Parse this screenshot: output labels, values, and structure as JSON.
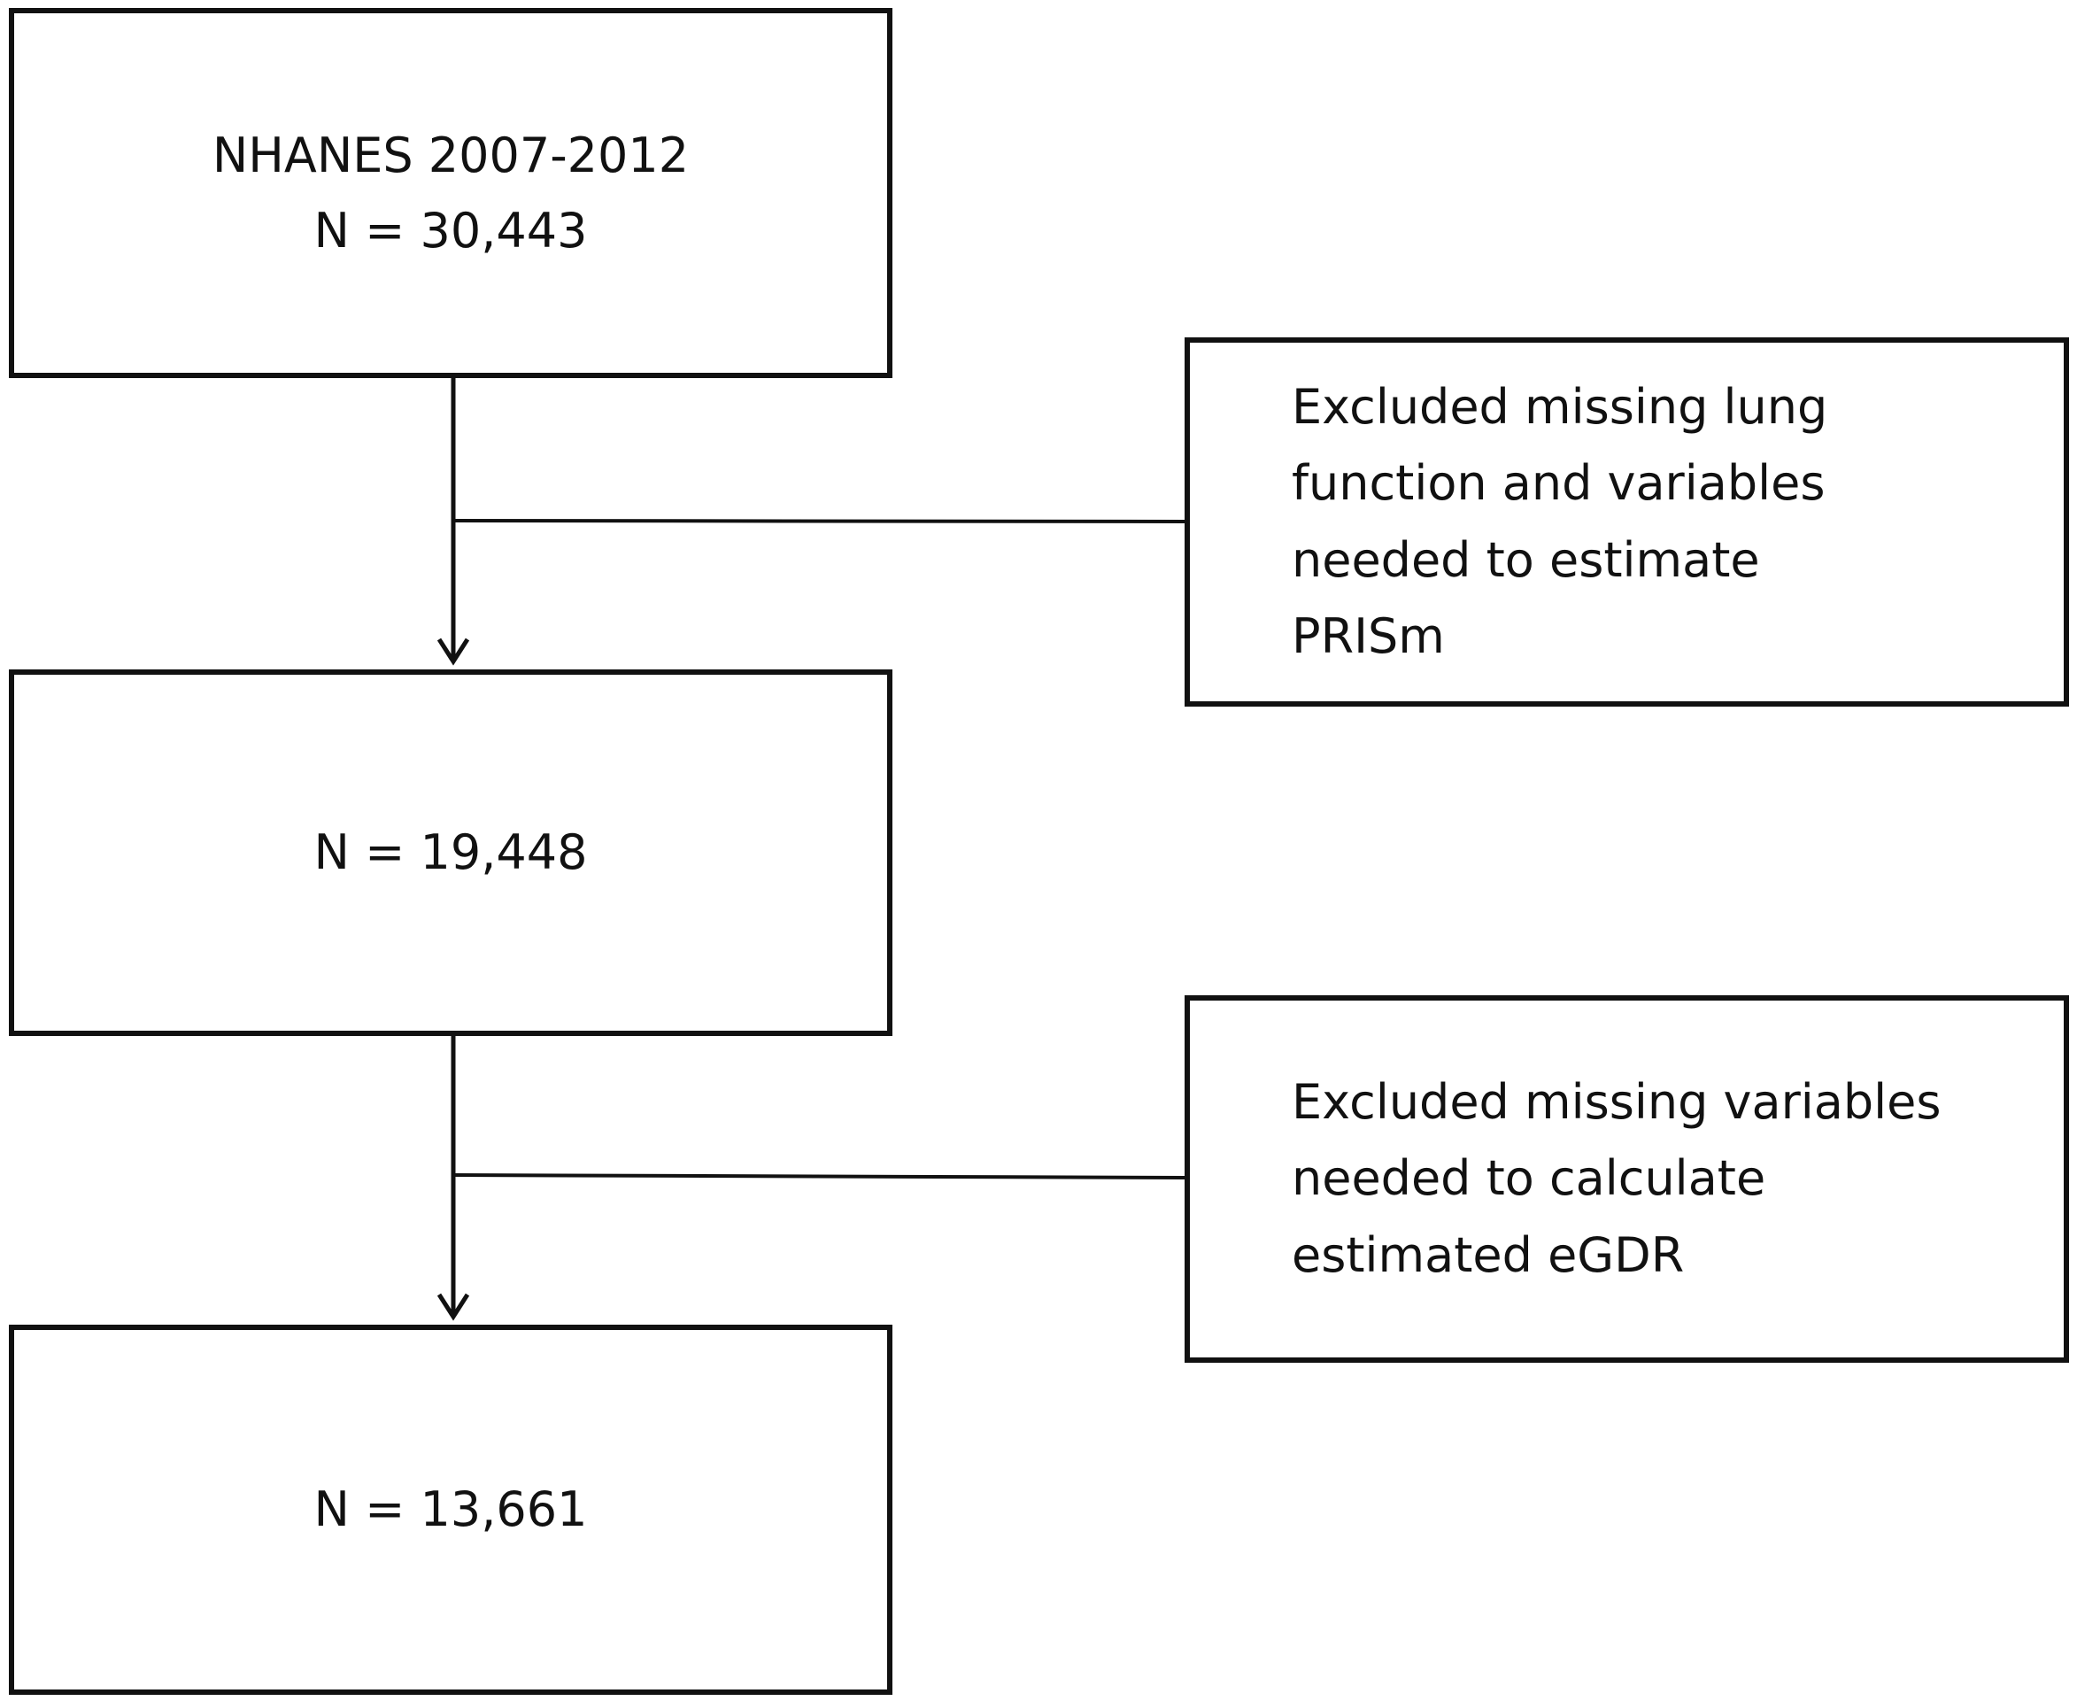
{
  "flowchart": {
    "box_start": {
      "lines": [
        "NHANES 2007-2012",
        "N = 30,443"
      ]
    },
    "box_middle": {
      "lines": [
        "N = 19,448"
      ]
    },
    "box_final": {
      "lines": [
        "N = 13,661"
      ]
    },
    "exclusion_1": {
      "lines": [
        "Excluded missing lung",
        "function and variables",
        "needed to estimate",
        "PRISm"
      ]
    },
    "exclusion_2": {
      "lines": [
        "Excluded missing variables",
        "needed to calculate",
        "estimated eGDR"
      ]
    }
  },
  "colors": {
    "stroke": "#111111",
    "background": "#ffffff"
  }
}
